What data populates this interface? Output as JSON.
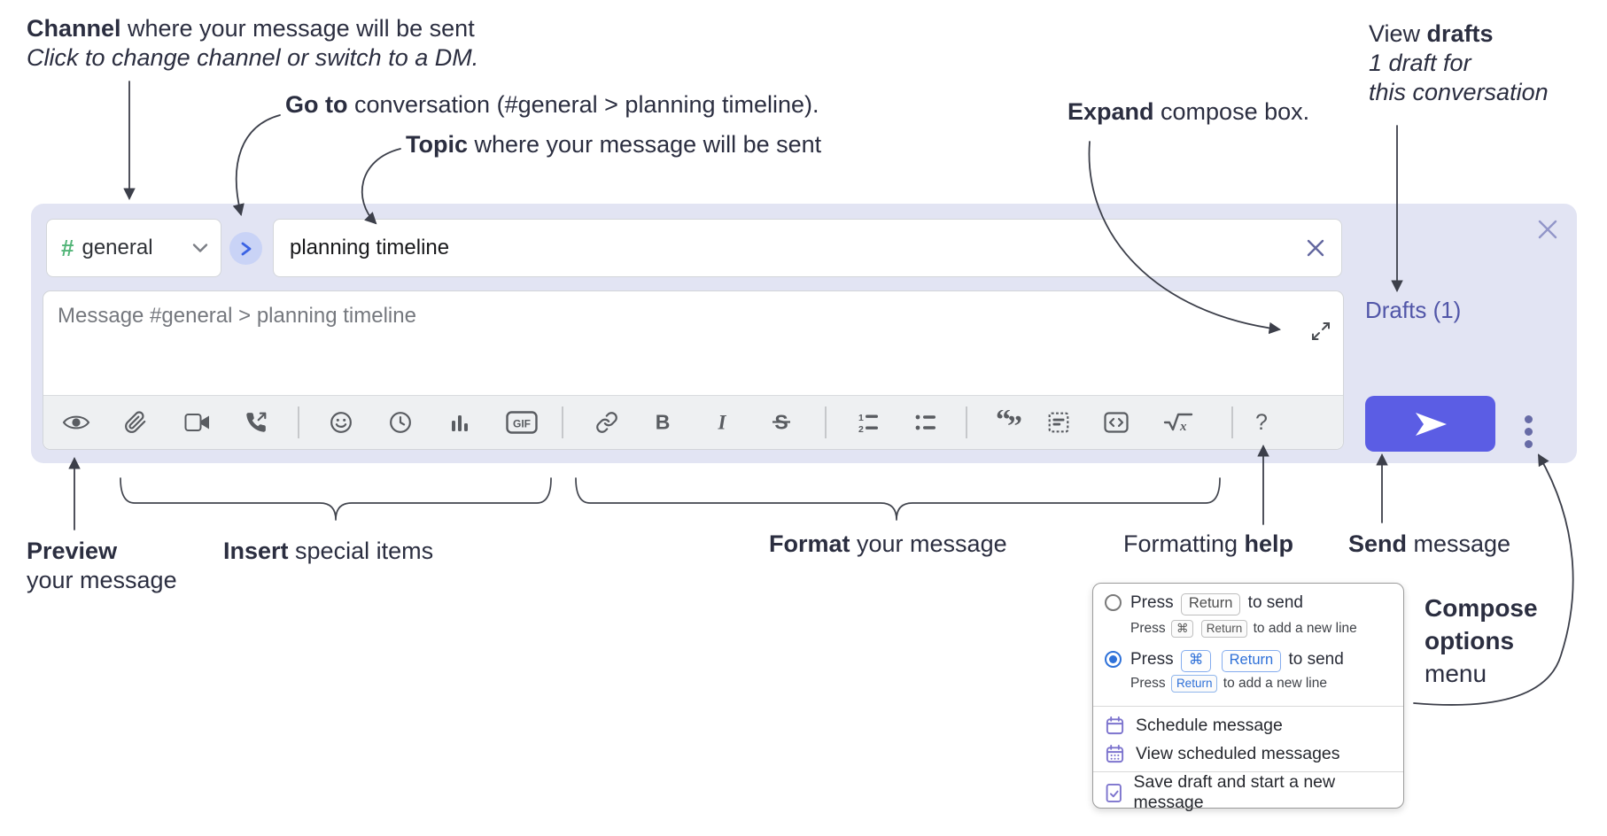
{
  "annotations": {
    "channel": {
      "bold": "Channel",
      "rest": " where your message will be sent",
      "sub": "Click to change channel or switch to a DM."
    },
    "goto": {
      "bold": "Go to",
      "rest": " conversation (#general > planning timeline)."
    },
    "topic": {
      "bold": "Topic",
      "rest": " where your message will be sent"
    },
    "view_drafts": {
      "pre": "View ",
      "bold": "drafts",
      "line2": "1 draft for",
      "line3": "this conversation"
    },
    "expand": {
      "bold": "Expand",
      "rest": " compose box."
    },
    "preview": {
      "bold": "Preview",
      "line2": "your message"
    },
    "insert": {
      "bold": "Insert",
      "rest": " special items"
    },
    "format": {
      "bold": "Format",
      "rest": " your message"
    },
    "help": {
      "pre": "Formatting ",
      "bold": "help"
    },
    "send": {
      "bold": "Send",
      "rest": " message"
    },
    "compose_options": {
      "line1": "Compose",
      "line2": "options",
      "line3": "menu"
    }
  },
  "compose": {
    "channel_hash": "#",
    "channel_name": "general",
    "topic_value": "planning timeline",
    "message_placeholder": "Message #general > planning timeline",
    "drafts_link": "Drafts (1)",
    "gif_label": "GIF",
    "bold_label": "B",
    "italic_label": "I",
    "strike_label": "S",
    "ol_1": "1",
    "ol_2": "2",
    "quote_open": "“",
    "quote_close": "”",
    "math_x": "x",
    "help_label": "?"
  },
  "popup": {
    "option1": {
      "press": "Press",
      "key1": "Return",
      "tail": "to send",
      "sub_press": "Press",
      "sub_key1": "⌘",
      "sub_key2": "Return",
      "sub_tail": "to add a new line"
    },
    "option2": {
      "press": "Press",
      "key1": "⌘",
      "key2": "Return",
      "tail": "to send",
      "sub_press": "Press",
      "sub_key1": "Return",
      "sub_tail": "to add a new line"
    },
    "item_schedule": "Schedule message",
    "item_view_scheduled": "View scheduled messages",
    "item_save_draft": "Save draft and start a new message"
  },
  "colors": {
    "compose_bg": "#e2e4f3",
    "send_button": "#5b5de4",
    "drafts_link": "#5156a8",
    "hash_green": "#53b578",
    "goto_blue": "#3b63e4",
    "radio_blue": "#2f72d9",
    "menu_icon_purple": "#7d74ce"
  }
}
